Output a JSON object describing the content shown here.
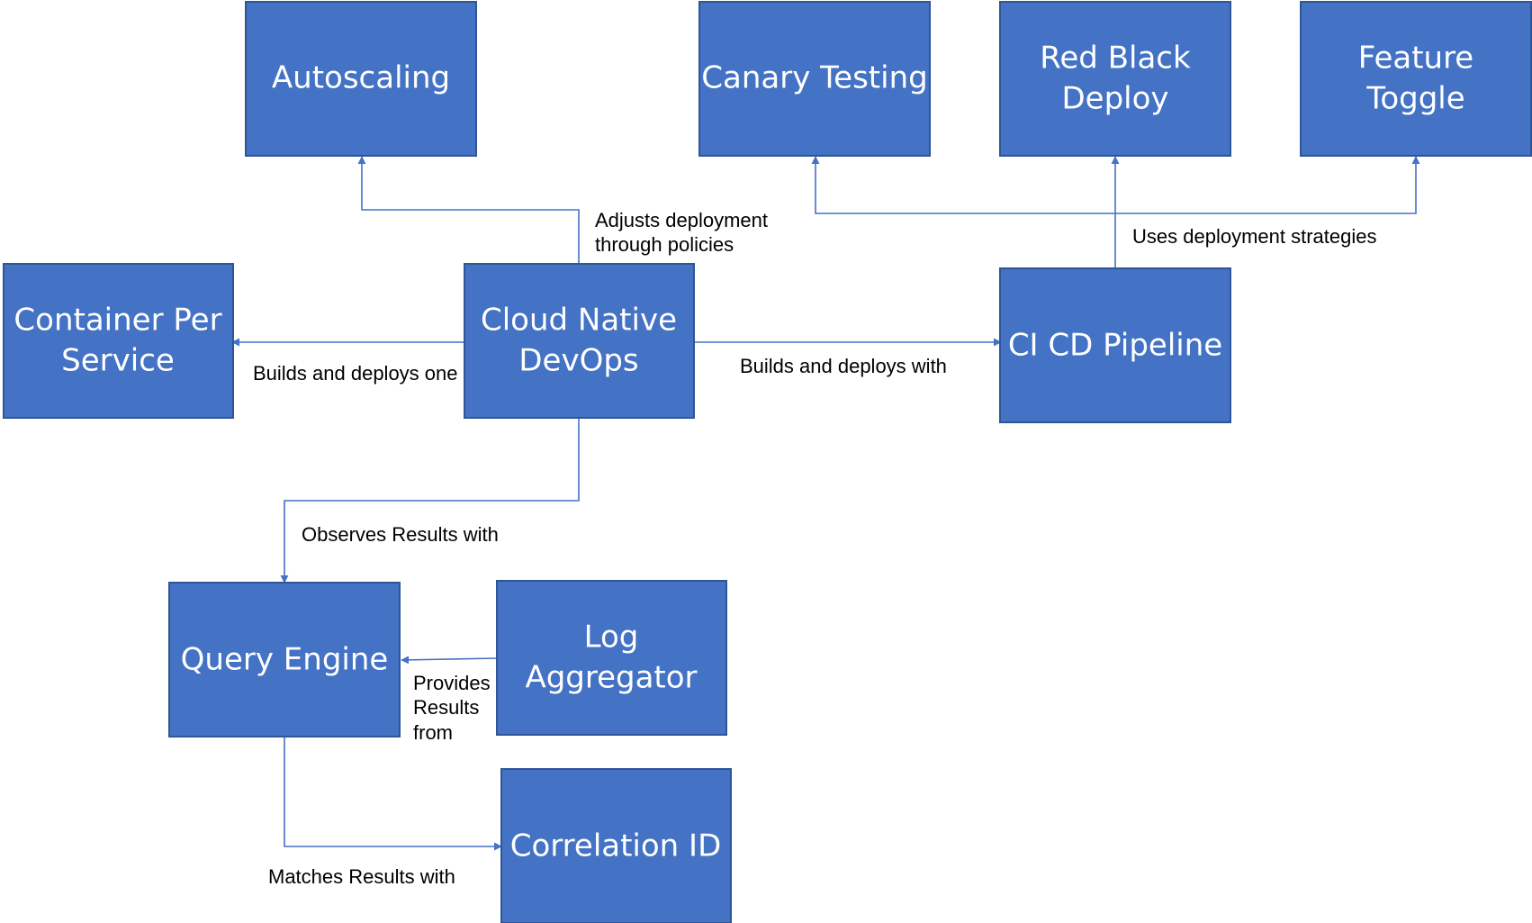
{
  "nodes": {
    "autoscaling": [
      "Autoscaling"
    ],
    "canary_testing": [
      "Canary Testing"
    ],
    "red_black_deploy": [
      "Red Black",
      "Deploy"
    ],
    "feature_toggle": [
      "Feature",
      "Toggle"
    ],
    "container_per_service": [
      "Container Per",
      "Service"
    ],
    "cloud_native_devops": [
      "Cloud Native",
      "DevOps"
    ],
    "ci_cd_pipeline": [
      "CI CD Pipeline"
    ],
    "query_engine": [
      "Query Engine"
    ],
    "log_aggregator": [
      "Log",
      "Aggregator"
    ],
    "correlation_id": [
      "Correlation ID"
    ]
  },
  "edges": {
    "adjusts": [
      "Adjusts deployment",
      "through policies"
    ],
    "uses_strategies": [
      "Uses deployment strategies"
    ],
    "builds_deploys_one": [
      "Builds and deploys one"
    ],
    "builds_deploys_with": [
      "Builds and deploys with"
    ],
    "observes": [
      "Observes Results with"
    ],
    "provides": [
      "Provides",
      "Results",
      "from"
    ],
    "matches": [
      "Matches Results with"
    ]
  },
  "colors": {
    "node_fill": "#4472C4",
    "node_border": "#2F5597",
    "node_text": "#ffffff",
    "connector": "#4472C4",
    "label_text": "#000000"
  }
}
